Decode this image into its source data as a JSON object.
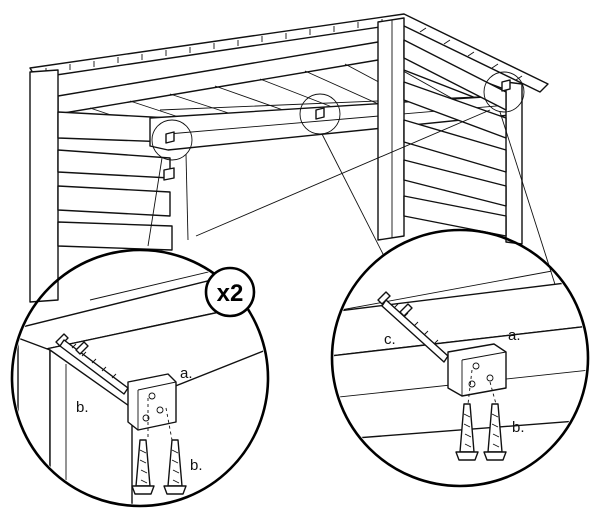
{
  "callout_left": {
    "quantity_badge": "x2",
    "label_beam": "a.",
    "label_post": "b.",
    "label_screws": "b."
  },
  "callout_right": {
    "label_screw_c": "c.",
    "label_beam": "a.",
    "label_screws": "b."
  }
}
